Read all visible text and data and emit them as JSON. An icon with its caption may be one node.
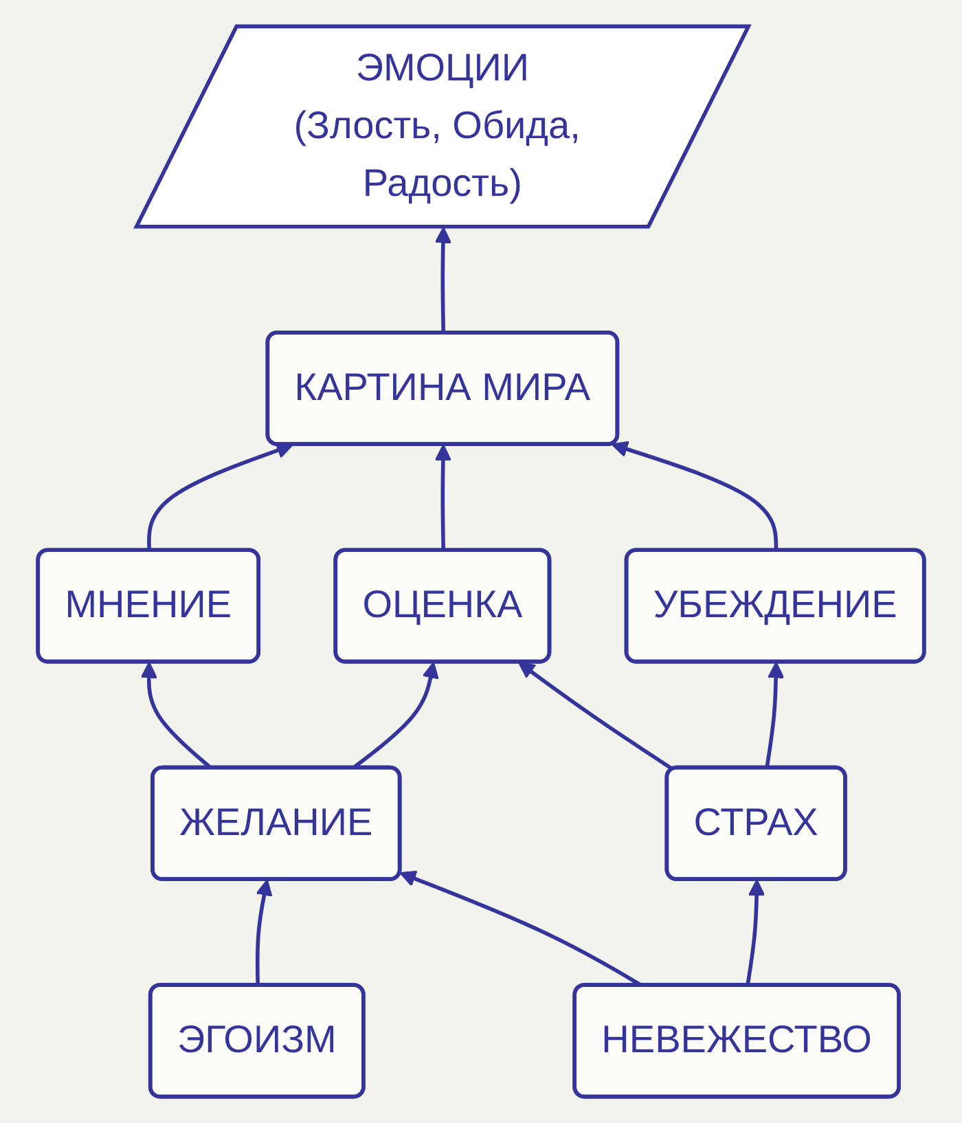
{
  "diagram": {
    "nodes": [
      {
        "text": [
          "ЭМОЦИИ",
          "(Злость, Обида, Радость)"
        ]
      },
      {
        "text": [
          "КАРТИНА МИРА"
        ]
      },
      {
        "text": [
          "МНЕНИЕ"
        ]
      },
      {
        "text": [
          "ОЦЕНКА"
        ]
      },
      {
        "text": [
          "УБЕЖДЕНИЕ"
        ]
      },
      {
        "text": [
          "ЖЕЛАНИЕ"
        ]
      },
      {
        "text": [
          "СТРАХ"
        ]
      },
      {
        "text": [
          "ЭГОИЗМ"
        ]
      },
      {
        "text": [
          "НЕВЕЖЕСТВО"
        ]
      }
    ],
    "edges": [
      {
        "from": 1,
        "to": 0,
        "arrow": "to"
      },
      {
        "from": 2,
        "to": 1,
        "arrow": "to"
      },
      {
        "from": 3,
        "to": 1,
        "arrow": "to"
      },
      {
        "from": 4,
        "to": 1,
        "arrow": "to"
      },
      {
        "from": 5,
        "to": 2,
        "arrow": "to"
      },
      {
        "from": 5,
        "to": 3,
        "arrow": "to"
      },
      {
        "from": 6,
        "to": 3,
        "arrow": "to"
      },
      {
        "from": 6,
        "to": 4,
        "arrow": "to"
      },
      {
        "from": 7,
        "to": 5,
        "arrow": "to"
      },
      {
        "from": 8,
        "to": 5,
        "arrow": "to"
      },
      {
        "from": 8,
        "to": 6,
        "arrow": "to"
      }
    ]
  }
}
